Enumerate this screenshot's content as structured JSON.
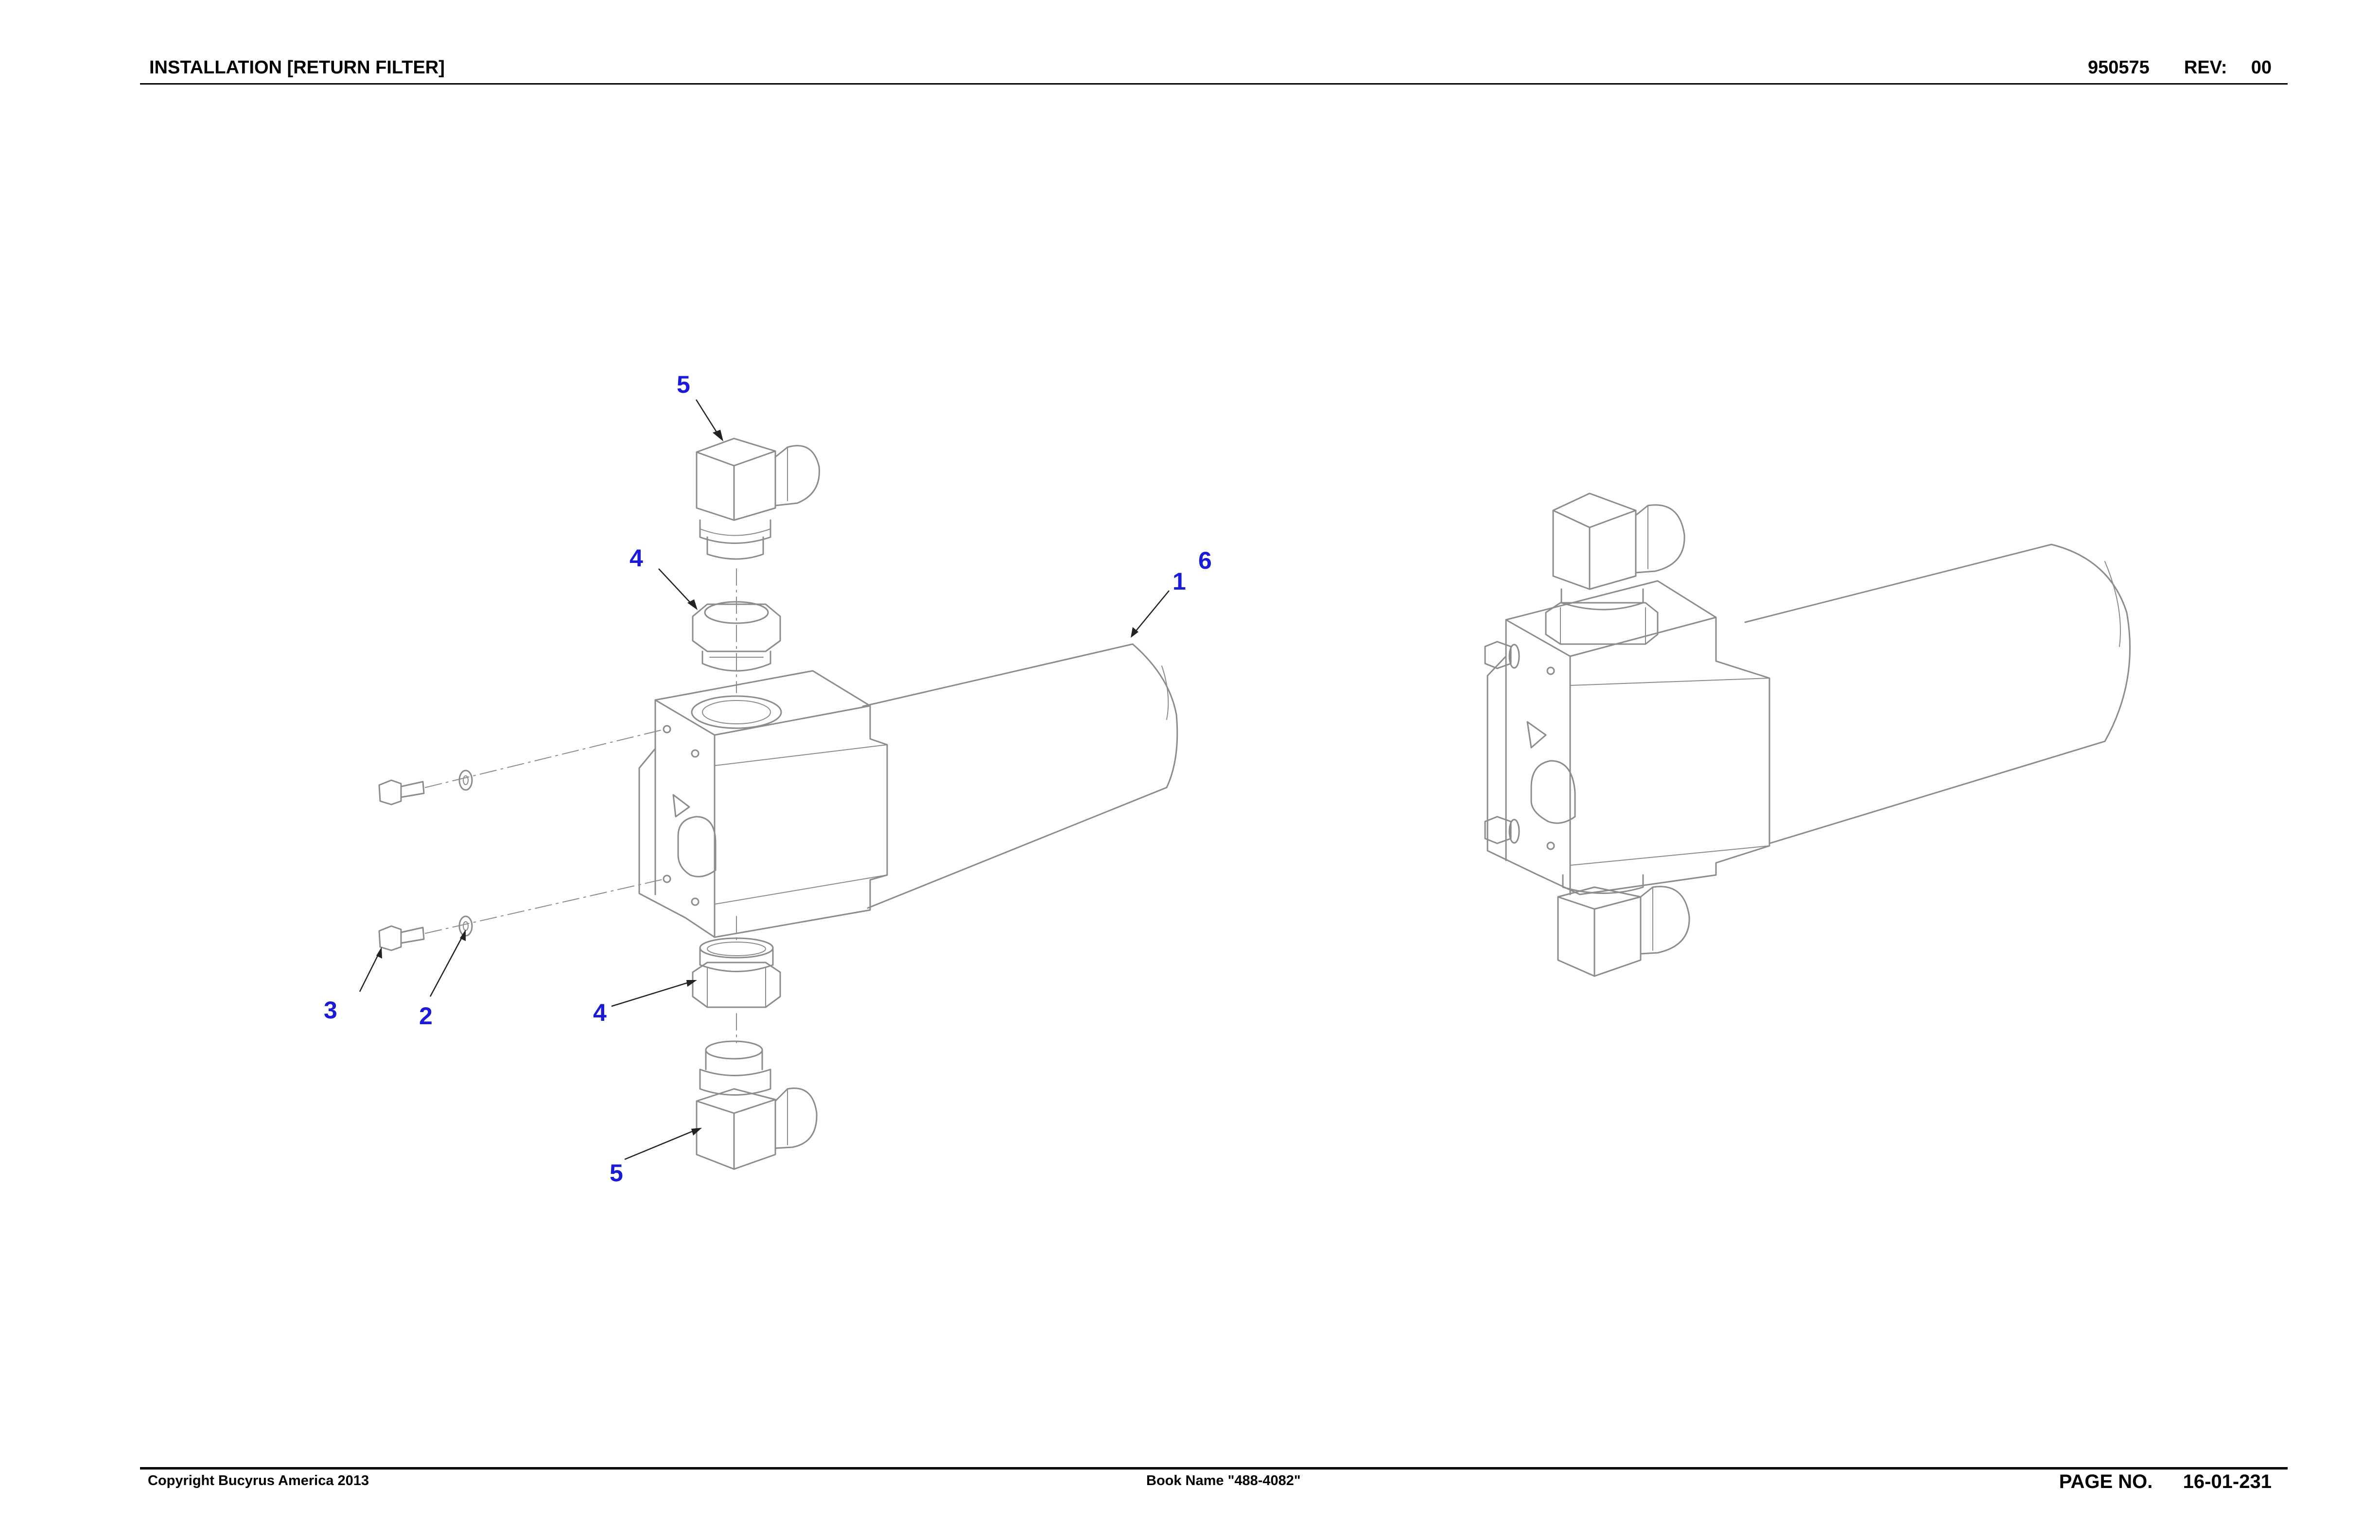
{
  "header": {
    "title": "INSTALLATION [RETURN FILTER]",
    "drawing_number": "950575",
    "rev_label": "REV:",
    "rev_value": "00"
  },
  "footer": {
    "copyright": "Copyright Bucyrus America 2013",
    "book_name": "Book Name \"488-4082\"",
    "page_label": "PAGE NO.",
    "page_value": "16-01-231"
  },
  "callouts": {
    "fitting_top": "5",
    "nut_top": "4",
    "element": "1",
    "assembly": "6",
    "bolt": "3",
    "washer": "2",
    "nut_bottom": "4",
    "fitting_bottom": "5"
  }
}
